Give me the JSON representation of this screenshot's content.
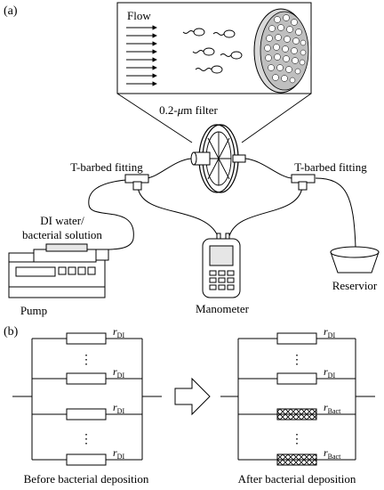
{
  "panel_a": {
    "label": "(a)",
    "inset_flow_label": "Flow",
    "filter_label_prefix": "0.2-",
    "filter_label_mu": "μ",
    "filter_label_suffix": "m filter",
    "left_fitting_label": "T-barbed fitting",
    "right_fitting_label": "T-barbed fitting",
    "solution_label_line1": "DI water/",
    "solution_label_line2": "bacterial solution",
    "pump_label": "Pump",
    "manometer_label": "Manometer",
    "reservoir_label": "Reservior"
  },
  "panel_b": {
    "label": "(b)",
    "before_caption": "Before bacterial deposition",
    "after_caption": "After bacterial deposition",
    "r_symbol": "r",
    "sub_di": "DI",
    "sub_bact": "Bact",
    "dots": "⋮"
  }
}
